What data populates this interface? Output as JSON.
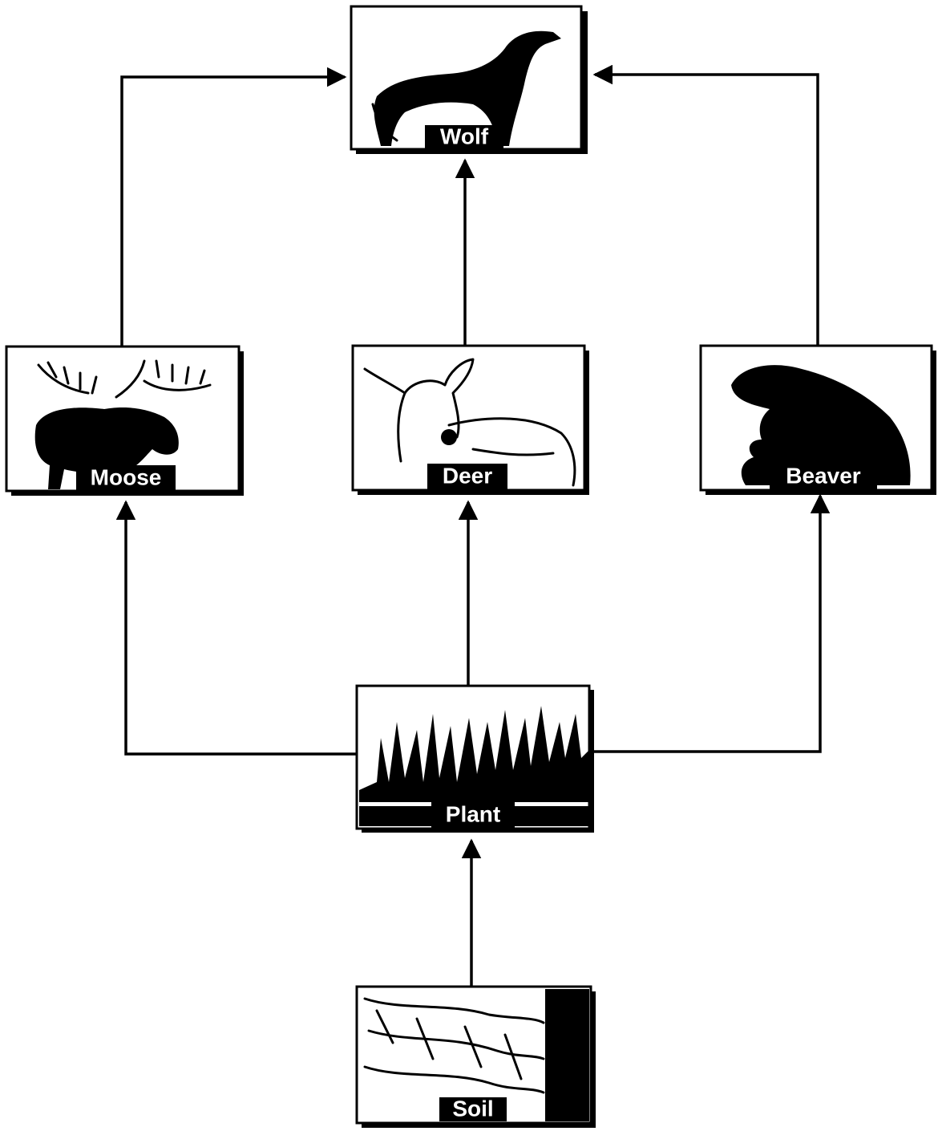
{
  "nodes": {
    "wolf": {
      "label": "Wolf"
    },
    "moose": {
      "label": "Moose"
    },
    "deer": {
      "label": "Deer"
    },
    "beaver": {
      "label": "Beaver"
    },
    "plant": {
      "label": "Plant"
    },
    "soil": {
      "label": "Soil"
    }
  },
  "edges": [
    {
      "from": "Soil",
      "to": "Plant"
    },
    {
      "from": "Plant",
      "to": "Moose"
    },
    {
      "from": "Plant",
      "to": "Deer"
    },
    {
      "from": "Plant",
      "to": "Beaver"
    },
    {
      "from": "Moose",
      "to": "Wolf"
    },
    {
      "from": "Deer",
      "to": "Wolf"
    },
    {
      "from": "Beaver",
      "to": "Wolf"
    }
  ],
  "colors": {
    "ink": "#000000",
    "paper": "#ffffff"
  }
}
